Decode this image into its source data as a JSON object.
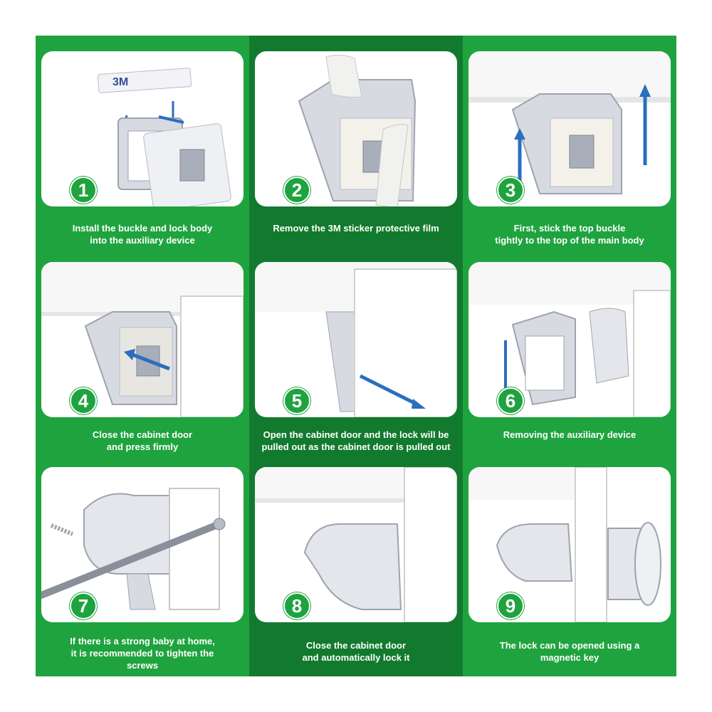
{
  "steps": [
    {
      "number": "1",
      "caption": "Install the buckle and lock body\ninto the auxiliary device"
    },
    {
      "number": "2",
      "caption": "Remove the 3M sticker protective film"
    },
    {
      "number": "3",
      "caption": "First, stick the top buckle\ntightly to the top of the main body"
    },
    {
      "number": "4",
      "caption": "Close the cabinet door\nand press firmly"
    },
    {
      "number": "5",
      "caption": "Open the cabinet door and the lock will be\npulled out as the cabinet door is pulled out"
    },
    {
      "number": "6",
      "caption": "Removing the auxiliary device"
    },
    {
      "number": "7",
      "caption": "If there is a strong baby at home,\nit is recommended to tighten the\nscrews"
    },
    {
      "number": "8",
      "caption": "Close the cabinet door\nand automatically lock it"
    },
    {
      "number": "9",
      "caption": "The lock can be opened using a\nmagnetic key"
    }
  ],
  "sticker_text": "3M",
  "colors": {
    "green": "#1fa33f",
    "dark_green": "#127a2e",
    "arrow_blue": "#2a6fbf",
    "part_gray": "#c9cdd6"
  },
  "icons": [
    "arrow-icon",
    "lock-part-icon",
    "screw-icon",
    "magnetic-key-icon"
  ]
}
